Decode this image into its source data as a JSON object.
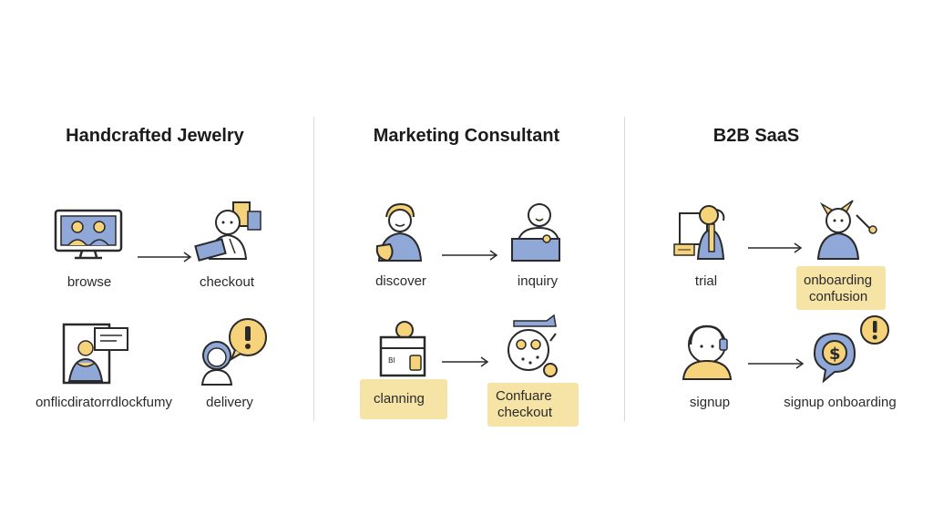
{
  "columns": [
    {
      "title": "Handcrafted Jewelry",
      "top_row": {
        "from": "browse",
        "to": "checkout"
      },
      "bottom_row": {
        "from": "onflicdiratorrdlockfumy",
        "to": "delivery"
      }
    },
    {
      "title": "Marketing Consultant",
      "top_row": {
        "from": "discover",
        "to": "inquiry"
      },
      "bottom_row": {
        "from": "clanning",
        "to_line1": "Confuare",
        "to_line2": "checkout"
      }
    },
    {
      "title": "B2B SaaS",
      "top_row": {
        "from": "trial",
        "to_line1": "onboarding",
        "to_line2": "confusion"
      },
      "bottom_row": {
        "from": "signup",
        "to": "signup  onboarding"
      }
    }
  ],
  "colors": {
    "accent_blue": "#8fa8d8",
    "accent_yellow": "#f6d27a",
    "highlight": "#f6e3a6",
    "line": "#2a2a2a",
    "divider": "#d9d9d9"
  },
  "icons": {
    "browse": "monitor-video-call-icon",
    "checkout": "person-with-card-icon",
    "onflict": "window-person-icon",
    "delivery": "person-alert-icon",
    "discover": "person-with-bag-icon",
    "inquiry": "person-at-desk-icon",
    "clanning": "box-lock-icon",
    "confuare": "confused-face-icon",
    "trial": "person-with-key-icon",
    "onboarding": "cat-person-icon",
    "signup": "person-with-headset-icon",
    "signup_onboarding": "speech-coin-alert-icon"
  }
}
